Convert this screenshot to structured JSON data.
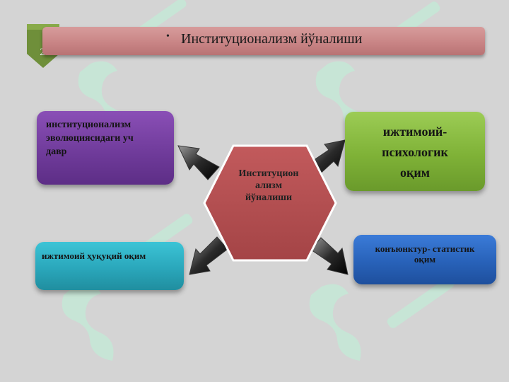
{
  "slide": {
    "number": "2",
    "title": "Институционализм йўналиши",
    "title_bullet": "•"
  },
  "center": {
    "lines": [
      "Институцион",
      "ализм",
      "йўналиши"
    ]
  },
  "boxes": {
    "top_left": {
      "lines": [
        "институционализм",
        "эволюциясидаги уч",
        "давр"
      ]
    },
    "top_right": {
      "lines": [
        "ижтимоий-",
        "психологик",
        "оқим"
      ]
    },
    "bottom_left": {
      "text": "ижтимоий ҳуқуқий оқим"
    },
    "bottom_right": {
      "lines": [
        "конъюнктур- статистик",
        "оқим"
      ]
    }
  },
  "colors": {
    "background": "#d4d4d4",
    "title_bar": "#c98586",
    "hexagon": "#b04d4f",
    "top_left": "#6e3a99",
    "top_right": "#7fb237",
    "bottom_left": "#2aa7bb",
    "bottom_right": "#2862b9",
    "watermark": "#c4e8d6",
    "slide_number_tab": "#6f8f3a"
  }
}
